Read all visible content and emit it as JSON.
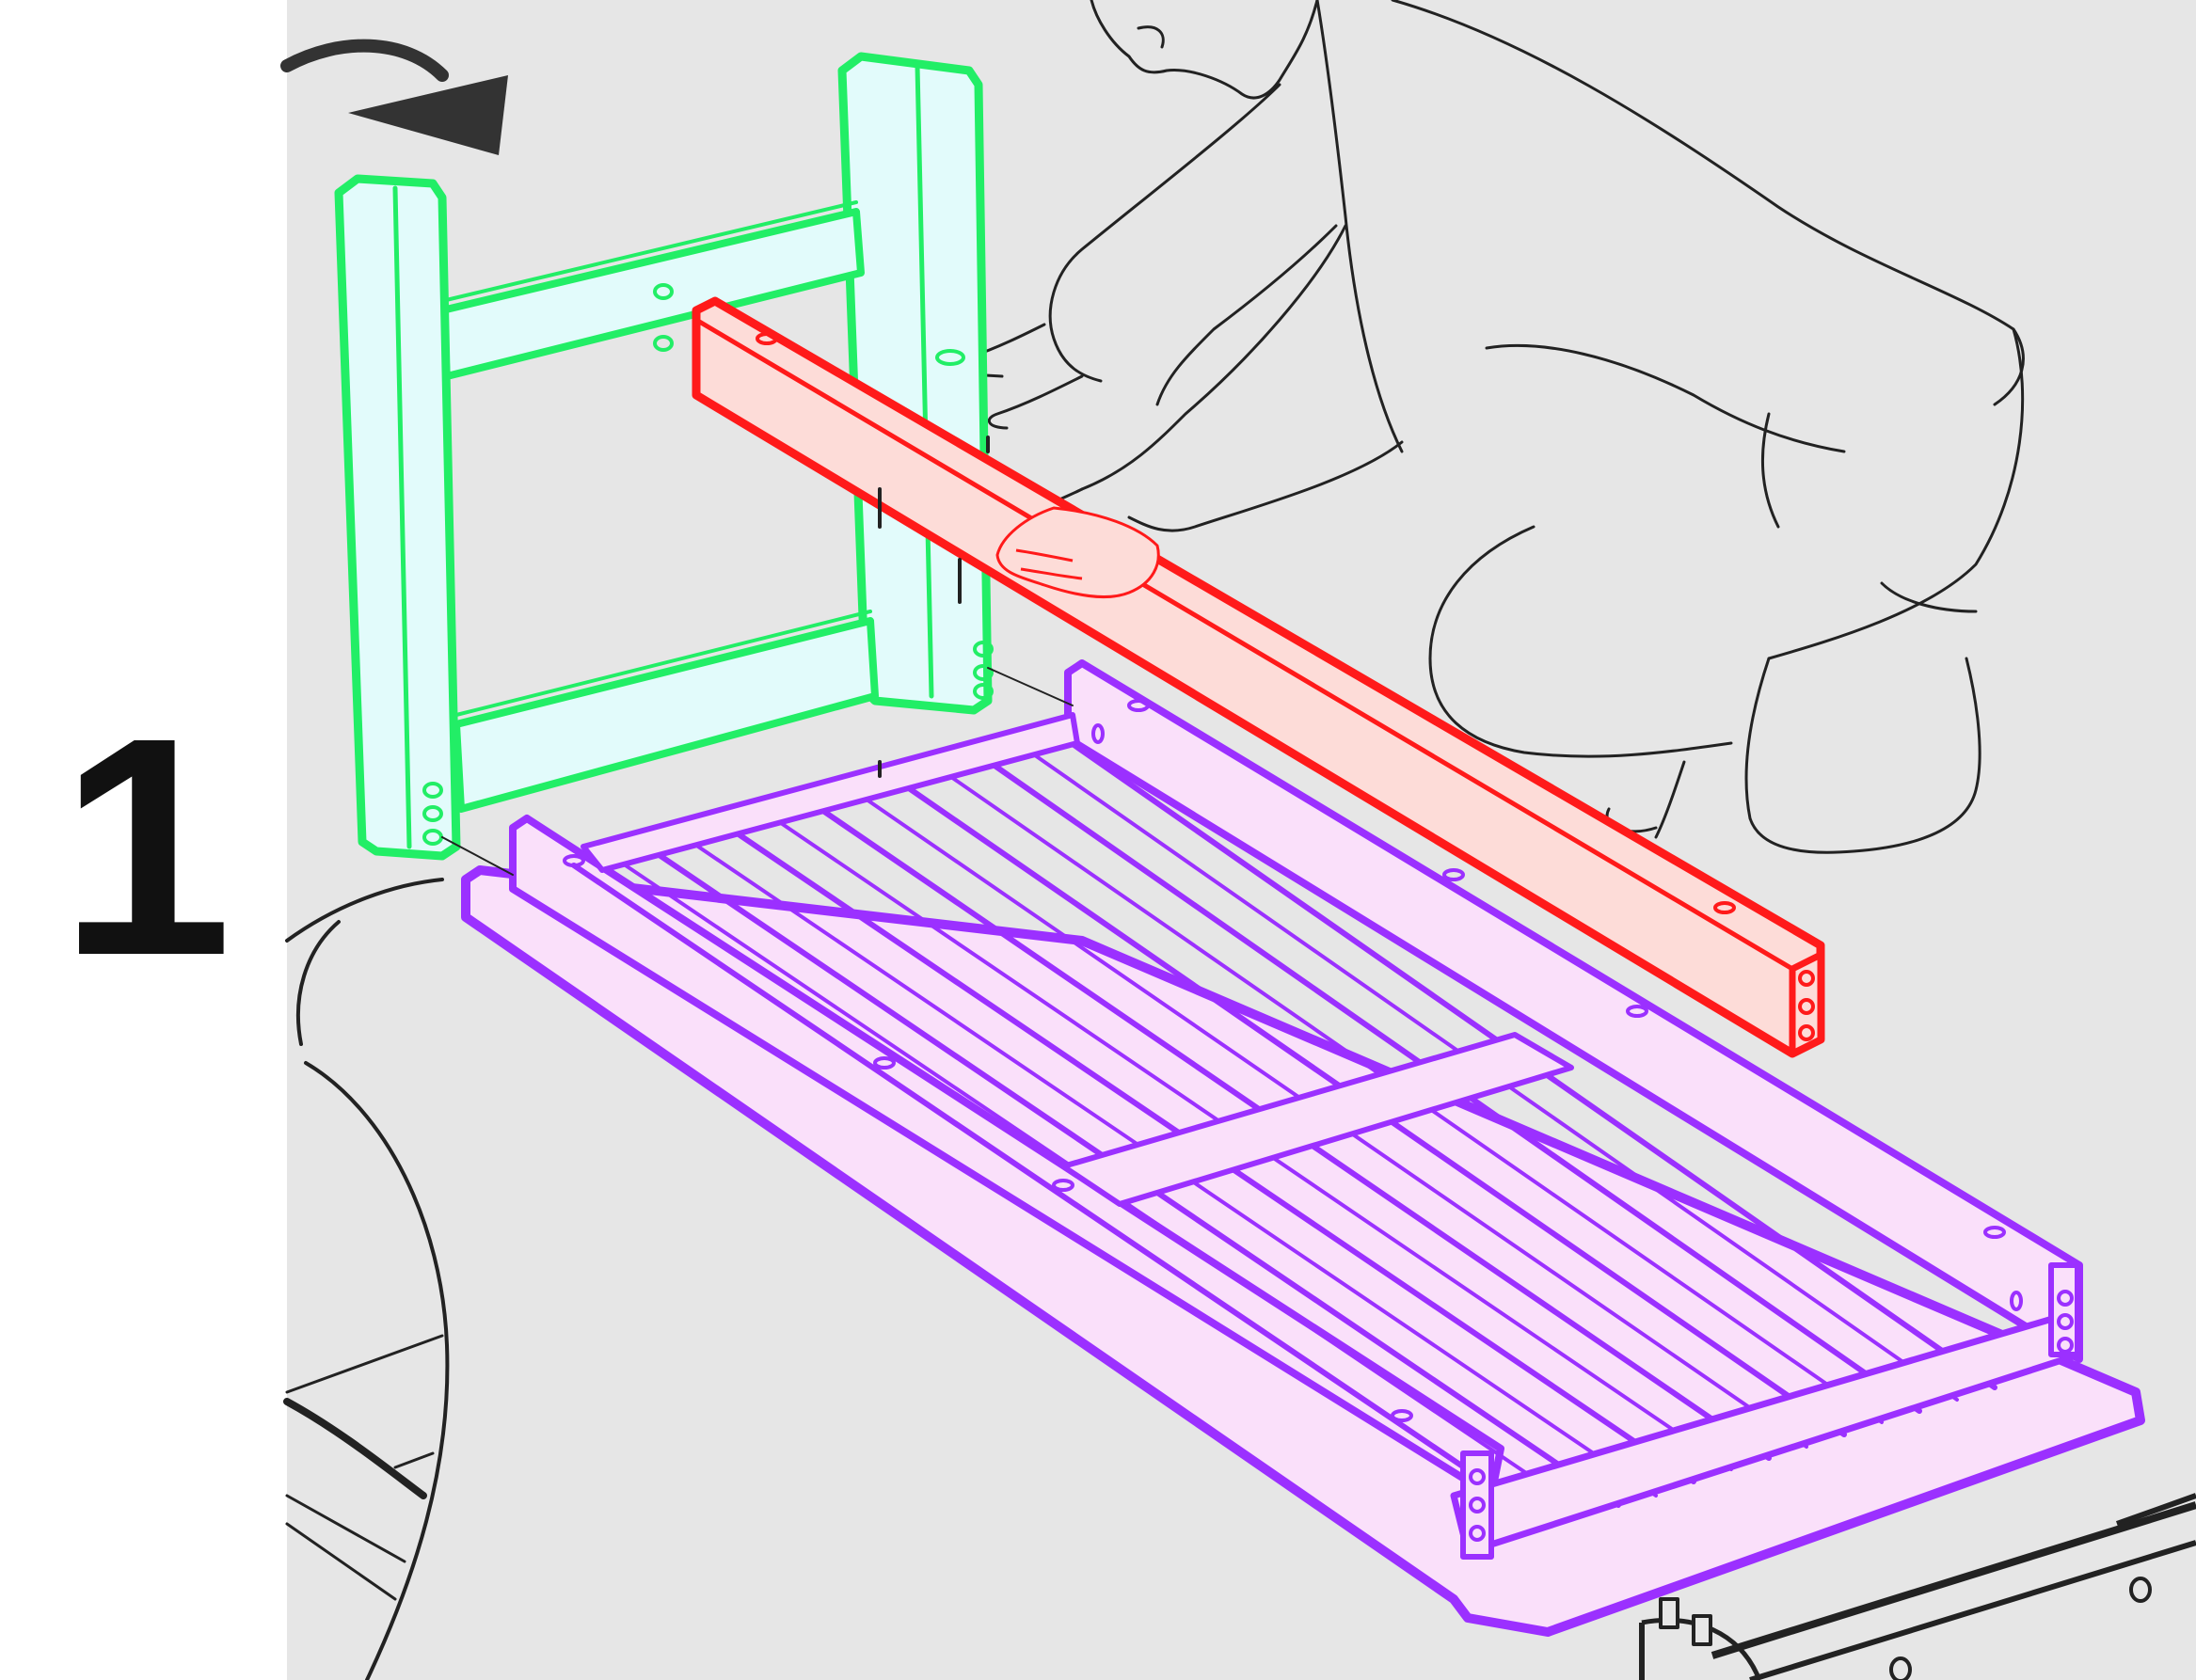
{
  "step": {
    "number": "1"
  },
  "colors": {
    "panel_background": "#e6e6e6",
    "line_art": "#222222",
    "leg_frame_outline": "#22ee66",
    "leg_frame_fill": "#e2fbfb",
    "rail_outline": "#ff1a1a",
    "rail_fill": "#fddcd8",
    "tabletop_outline": "#9b30ff",
    "tabletop_fill": "#fae0fa"
  },
  "parts": [
    {
      "id": "leg-frame",
      "highlight": "green"
    },
    {
      "id": "side-rail",
      "highlight": "red"
    },
    {
      "id": "tabletop",
      "highlight": "purple"
    }
  ],
  "icons": [
    "rotate-arrow-icon",
    "detail-magnifier-icon"
  ]
}
